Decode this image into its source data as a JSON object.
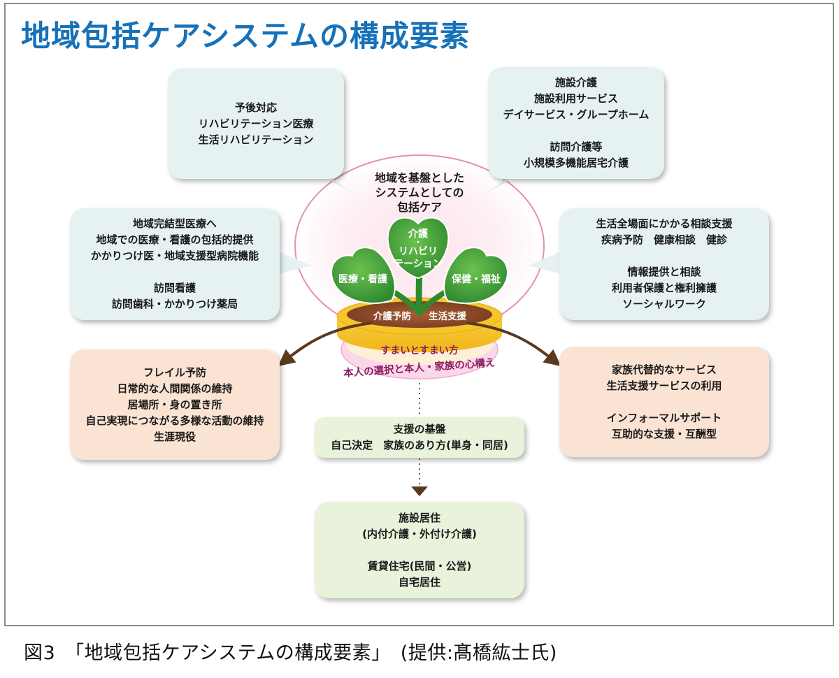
{
  "title": "地域包括ケアシステムの構成要素",
  "caption": "図3　「地域包括ケアシステムの構成要素」　(提供:髙橋紘士氏)",
  "center_label": [
    "地域を基盤とした",
    "システムとしての",
    "包括ケア"
  ],
  "leaves": {
    "top": [
      "介護",
      "・",
      "リハビリ",
      "テーション"
    ],
    "left": "医療・看護",
    "right": "保健・福祉"
  },
  "pot_labels": {
    "left": "介護予防",
    "right": "生活支援"
  },
  "base_labels": {
    "top": "すまいとすまい方",
    "bottom": "本人の選択と本人・家族の心構え"
  },
  "boxes": {
    "top_left": [
      "予後対応",
      "リハビリテーション医療",
      "生活リハビリテーション"
    ],
    "top_right": [
      "施設介護",
      "施設利用サービス",
      "デイサービス・グループホーム",
      "",
      "訪問介護等",
      "小規模多機能居宅介護"
    ],
    "mid_left": [
      "地域完結型医療へ",
      "地域での医療・看護の包括的提供",
      "かかりつけ医・地域支援型病院機能",
      "",
      "訪問看護",
      "訪問歯科・かかりつけ薬局"
    ],
    "mid_right": [
      "生活全場面にかかる相談支援",
      "疾病予防　健康相談　健診",
      "",
      "情報提供と相談",
      "利用者保護と権利擁護",
      "ソーシャルワーク"
    ],
    "bottom_left": [
      "フレイル予防",
      "日常的な人間関係の維持",
      "居場所・身の置き所",
      "自己実現につながる多様な活動の維持",
      "生涯現役"
    ],
    "bottom_right": [
      "家族代替的なサービス",
      "生活支援サービスの利用",
      "",
      "インフォーマルサポート",
      "互助的な支援・互酬型"
    ],
    "support": [
      "支援の基盤",
      "自己決定　家族のあり方(単身・同居)"
    ],
    "residence": [
      "施設居住",
      "(内付介護・外付け介護)",
      "",
      "賃貸住宅(民間・公営)",
      "自宅居住"
    ]
  },
  "colors": {
    "title": "#1771b8",
    "teal_box": "#e6f2f2",
    "peach_box": "#fbe3d3",
    "green_box": "#e9f2da",
    "leaf": "#3f9a3a",
    "soil": "#8b4a2b",
    "arrow": "#5a3a1f",
    "ellipse_stroke": "#e58fb3",
    "base_text": "#8a1f5e"
  }
}
